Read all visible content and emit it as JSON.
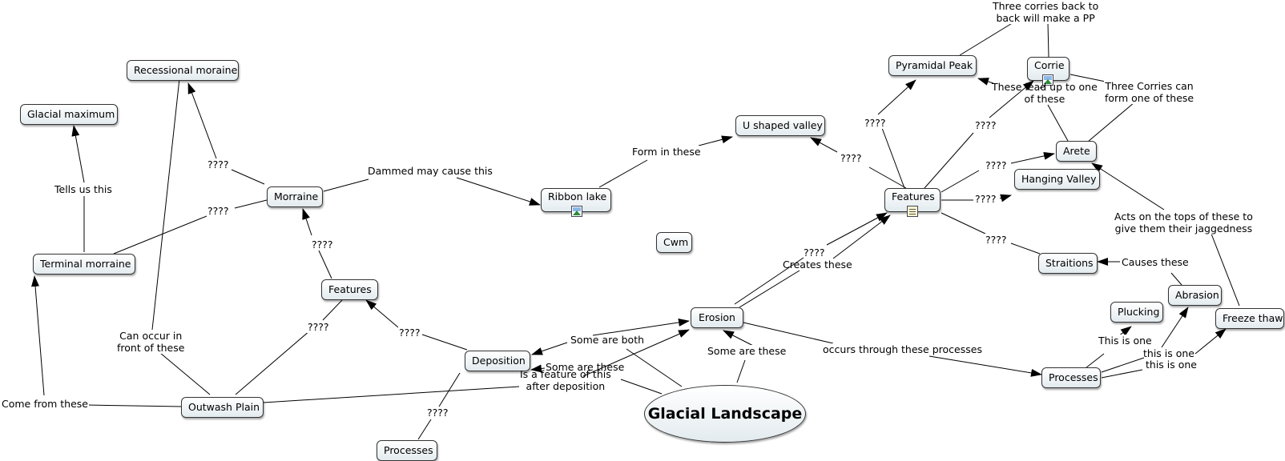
{
  "diagram": {
    "root": "Glacial Landscape",
    "nodes": {
      "recessional_moraine": "Recessional moraine",
      "glacial_maximum": "Glacial maximum",
      "morraine": "Morraine",
      "terminal_morraine": "Terminal morraine",
      "features_left": "Features",
      "outwash_plain": "Outwash Plain",
      "deposition": "Deposition",
      "processes_bottom": "Processes",
      "ribbon_lake": "Ribbon lake",
      "u_shaped_valley": "U shaped valley",
      "cwm": "Cwm",
      "erosion": "Erosion",
      "features_right": "Features",
      "pyramidal_peak": "Pyramidal Peak",
      "corrie": "Corrie",
      "arete": "Arete",
      "hanging_valley": "Hanging Valley",
      "straitions": "Straitions",
      "abrasion": "Abrasion",
      "plucking": "Plucking",
      "freeze_thaw": "Freeze thaw",
      "processes_right": "Processes"
    },
    "labels": {
      "three_corries_pp": "Three corries back to\nback will make a PP",
      "these_lead_up": "These lead up to one\nof these",
      "three_corries_form": "Three Corries can\nform one of these",
      "q_pyramidal": "????",
      "q_corrie": "????",
      "q_u_valley": "????",
      "q_arete": "????",
      "q_hanging": "????",
      "q_straitions": "????",
      "form_in_these": "Form in these",
      "dammed": "Dammed may cause this",
      "q_recessional": "????",
      "q_terminal": "????",
      "q_morraine": "????",
      "q_features_left": "????",
      "q_outwash": "????",
      "q_processes": "????",
      "tells_us": "Tells us this",
      "can_occur": "Can occur in\nfront of these",
      "come_from": "Come from these",
      "some_are_both": "Some are both",
      "some_are_these_left": "Some are these",
      "feature_after": "Is a feature of this\nafter deposition",
      "some_are_these_right": "Some are these",
      "q_erosion_features": "????",
      "creates_these": "Creates these",
      "occurs_through": "occurs through these processes",
      "this_is_one_plucking": "This is one",
      "this_is_one_abrasion": "this is one",
      "this_is_one_freeze": "this is one",
      "causes_these": "Causes these",
      "acts_on_tops": "Acts on the tops of these to\ngive them their jaggedness"
    },
    "icons": {
      "corrie": "image-icon",
      "ribbon_lake": "image-icon",
      "features_right": "document-icon"
    }
  }
}
